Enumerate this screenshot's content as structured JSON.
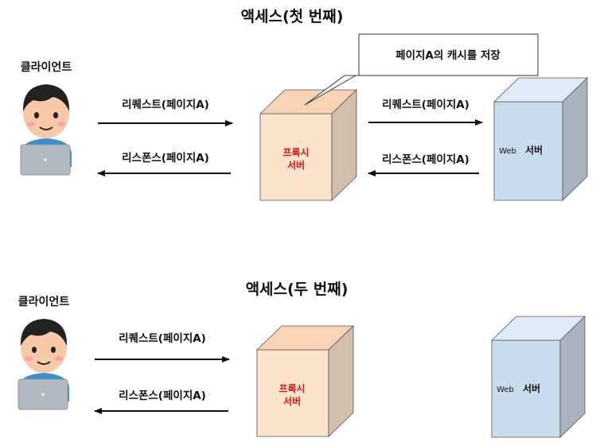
{
  "colors": {
    "proxy_front": "#fce3cc",
    "proxy_top": "#f8d3b4",
    "proxy_side": "#d3bfa9",
    "server_front": "#c9ddf1",
    "server_top": "#dfebf8",
    "server_side": "#a9b2be",
    "proxy_text": "#e01010"
  },
  "scenes": [
    {
      "title": "액세스(첫 번째)",
      "client_label": "클라이언트",
      "request_left": "리퀘스트(페이지A)",
      "response_left": "리스폰스(페이지A)",
      "proxy_line1": "프록시",
      "proxy_line2": "서버",
      "callout": "페이지A의 캐시를 저장",
      "request_right": "리퀘스트(페이지A)",
      "response_right": "리스폰스(페이지A)",
      "server_web": "Web",
      "server_label": "서버"
    },
    {
      "title": "액세스(두 번째)",
      "client_label": "클라이언트",
      "request_left": "리퀘스트(페이지A)",
      "response_left": "리스폰스(페이지A)",
      "proxy_line1": "프록시",
      "proxy_line2": "서버",
      "server_web": "Web",
      "server_label": "서버"
    }
  ]
}
